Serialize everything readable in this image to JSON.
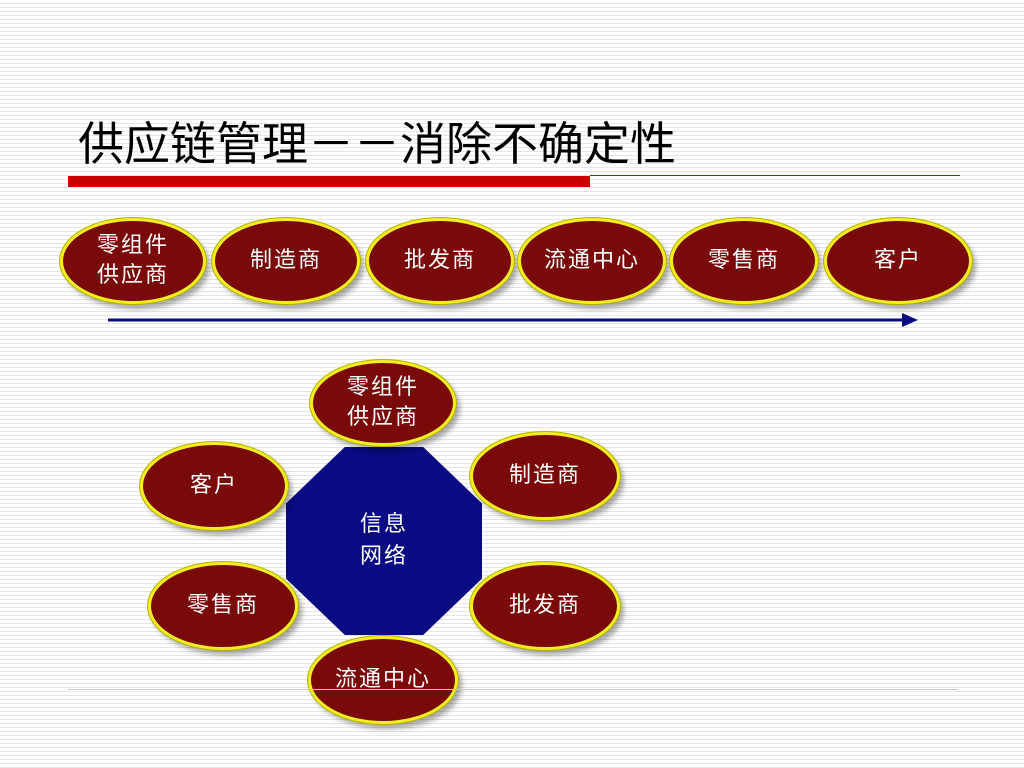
{
  "title": "供应链管理－－消除不确定性",
  "chain": [
    "零组件\n供应商",
    "制造商",
    "批发商",
    "流通中心",
    "零售商",
    "客户"
  ],
  "network": {
    "center": "信息\n网络",
    "nodes": {
      "supplier": "零组件\n供应商",
      "manufacturer": "制造商",
      "wholesaler": "批发商",
      "distribution": "流通中心",
      "retailer": "零售商",
      "customer": "客户"
    }
  },
  "colors": {
    "node_fill": "#7a0a0a",
    "node_border": "#f2ee22",
    "octagon_fill": "#0a0a82",
    "arrow": "#0a0a82",
    "title_bar": "#cc0000"
  }
}
